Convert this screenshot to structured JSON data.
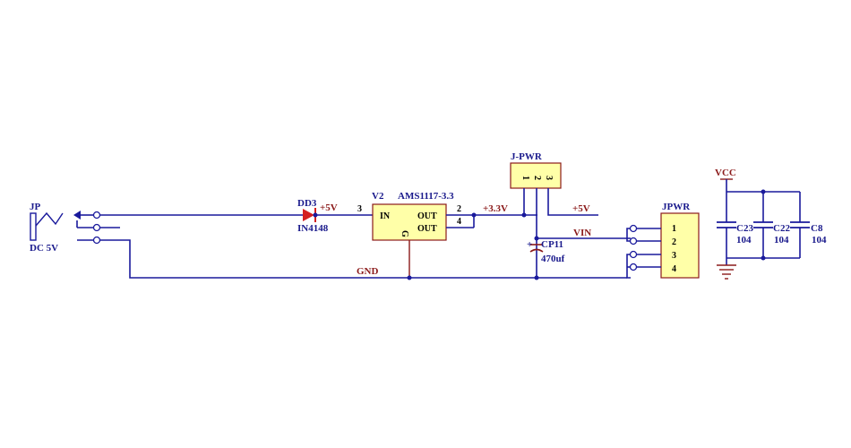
{
  "components": {
    "jp": {
      "ref": "JP",
      "value": "DC 5V"
    },
    "dd3": {
      "ref": "DD3",
      "value": "IN4148"
    },
    "v2": {
      "ref": "V2",
      "value": "AMS1117-3.3",
      "pin_in": "IN",
      "pin_out1": "OUT",
      "pin_out2": "OUT",
      "pin_g": "G",
      "pin_num_in": "3",
      "pin_num_out": "2",
      "pin_num_out2": "4"
    },
    "jpwr_top": {
      "ref": "J-PWR",
      "pins": [
        "1",
        "2",
        "3"
      ]
    },
    "cp11": {
      "ref": "CP11",
      "value": "470uf",
      "polarity": "+"
    },
    "jpwr": {
      "ref": "JPWR",
      "pins": [
        "1",
        "2",
        "3",
        "4"
      ]
    },
    "c23": {
      "ref": "C23",
      "value": "104"
    },
    "c22": {
      "ref": "C22",
      "value": "104"
    },
    "c8": {
      "ref": "C8",
      "value": "104"
    }
  },
  "nets": {
    "plus5v_a": "+5V",
    "plus3v3": "+3.3V",
    "plus5v_b": "+5V",
    "vin": "VIN",
    "gnd": "GND",
    "vcc": "VCC"
  },
  "colors": {
    "wire": "#1a1a9c",
    "component_body": "#ffffa8",
    "component_outline": "#8b1a1a",
    "diode": "#d42020",
    "ref_text": "#1a1a8c",
    "net_text": "#8b1a1a"
  }
}
